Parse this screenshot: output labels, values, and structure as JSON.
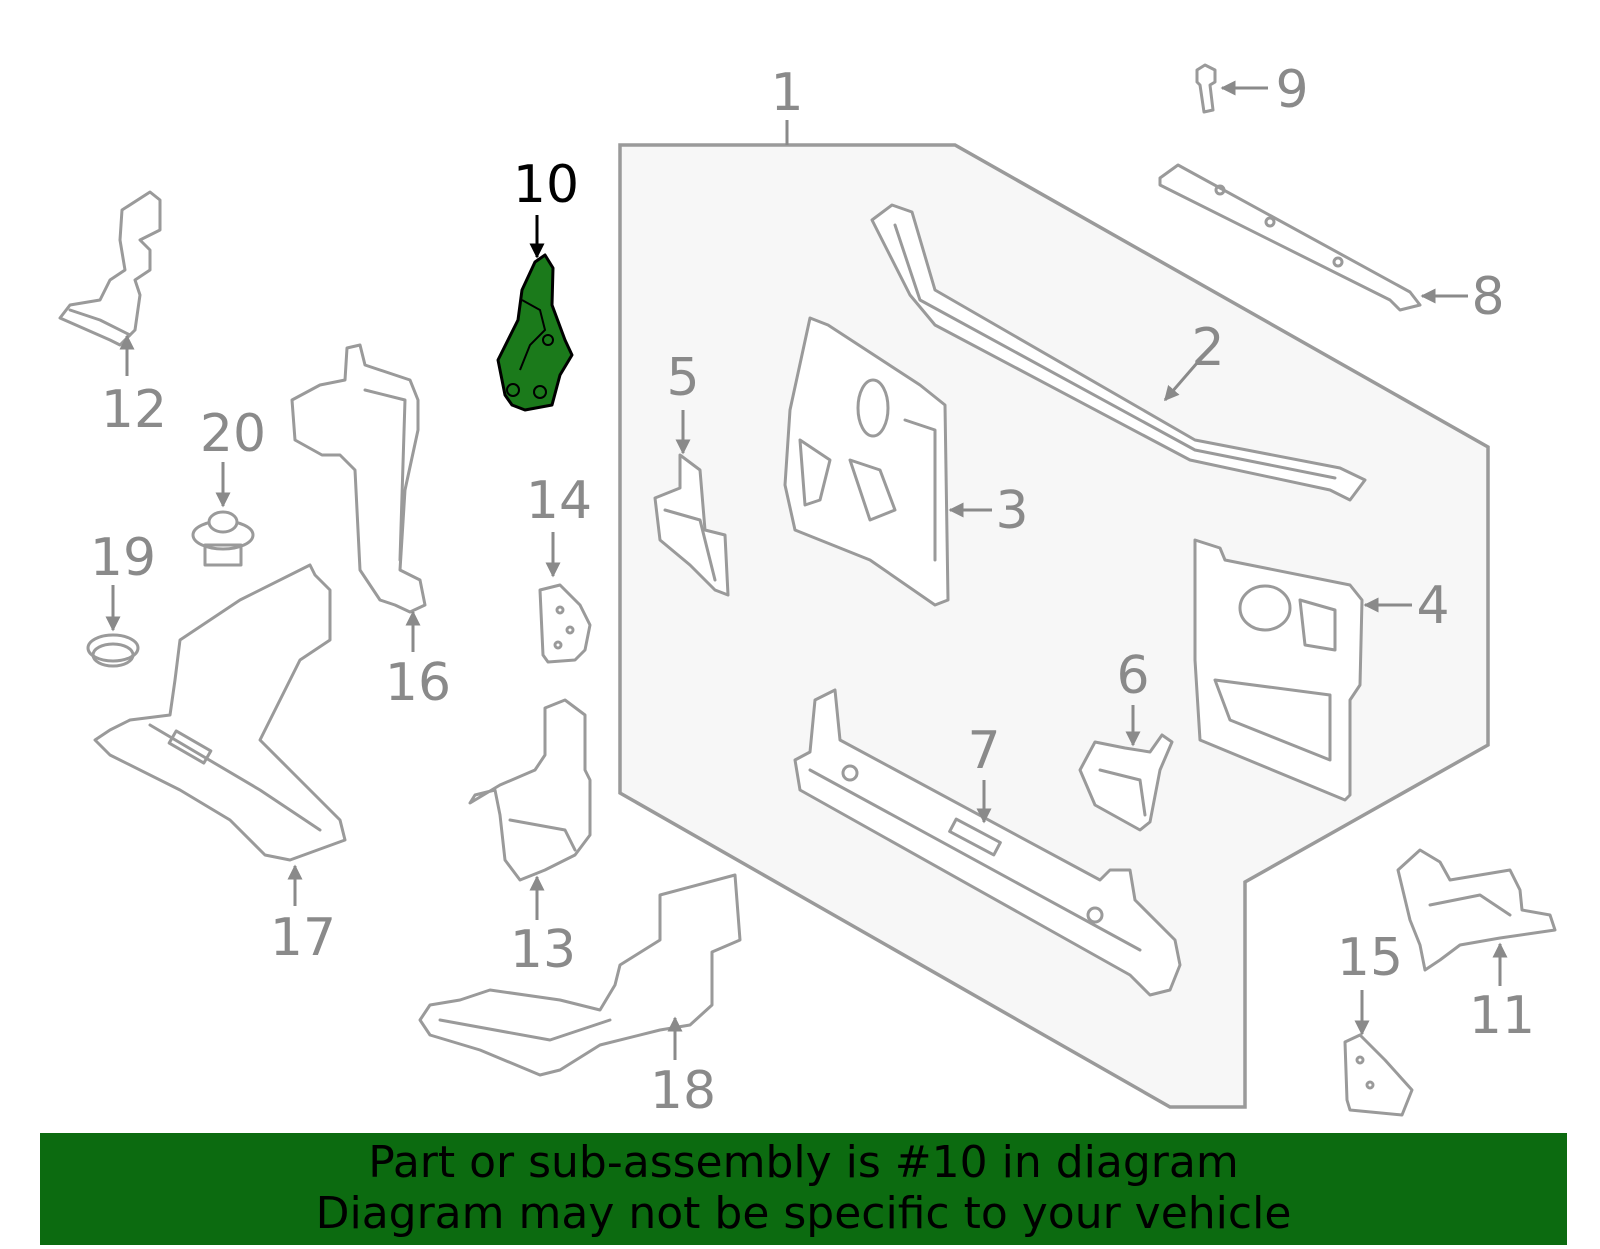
{
  "callouts": {
    "c1": "1",
    "c2": "2",
    "c3": "3",
    "c4": "4",
    "c5": "5",
    "c6": "6",
    "c7": "7",
    "c8": "8",
    "c9": "9",
    "c10": "10",
    "c11": "11",
    "c12": "12",
    "c13": "13",
    "c14": "14",
    "c15": "15",
    "c16": "16",
    "c17": "17",
    "c18": "18",
    "c19": "19",
    "c20": "20"
  },
  "highlighted_part": "10",
  "colors": {
    "highlight_fill": "#1b7a1b",
    "banner_bg": "#0c6b10",
    "panel_bg": "#f7f7f7",
    "line_gray": "#9a9a9a"
  },
  "banner": {
    "line1": "Part or sub-assembly is #10 in diagram",
    "line2": "Diagram may not be specific to your vehicle"
  }
}
